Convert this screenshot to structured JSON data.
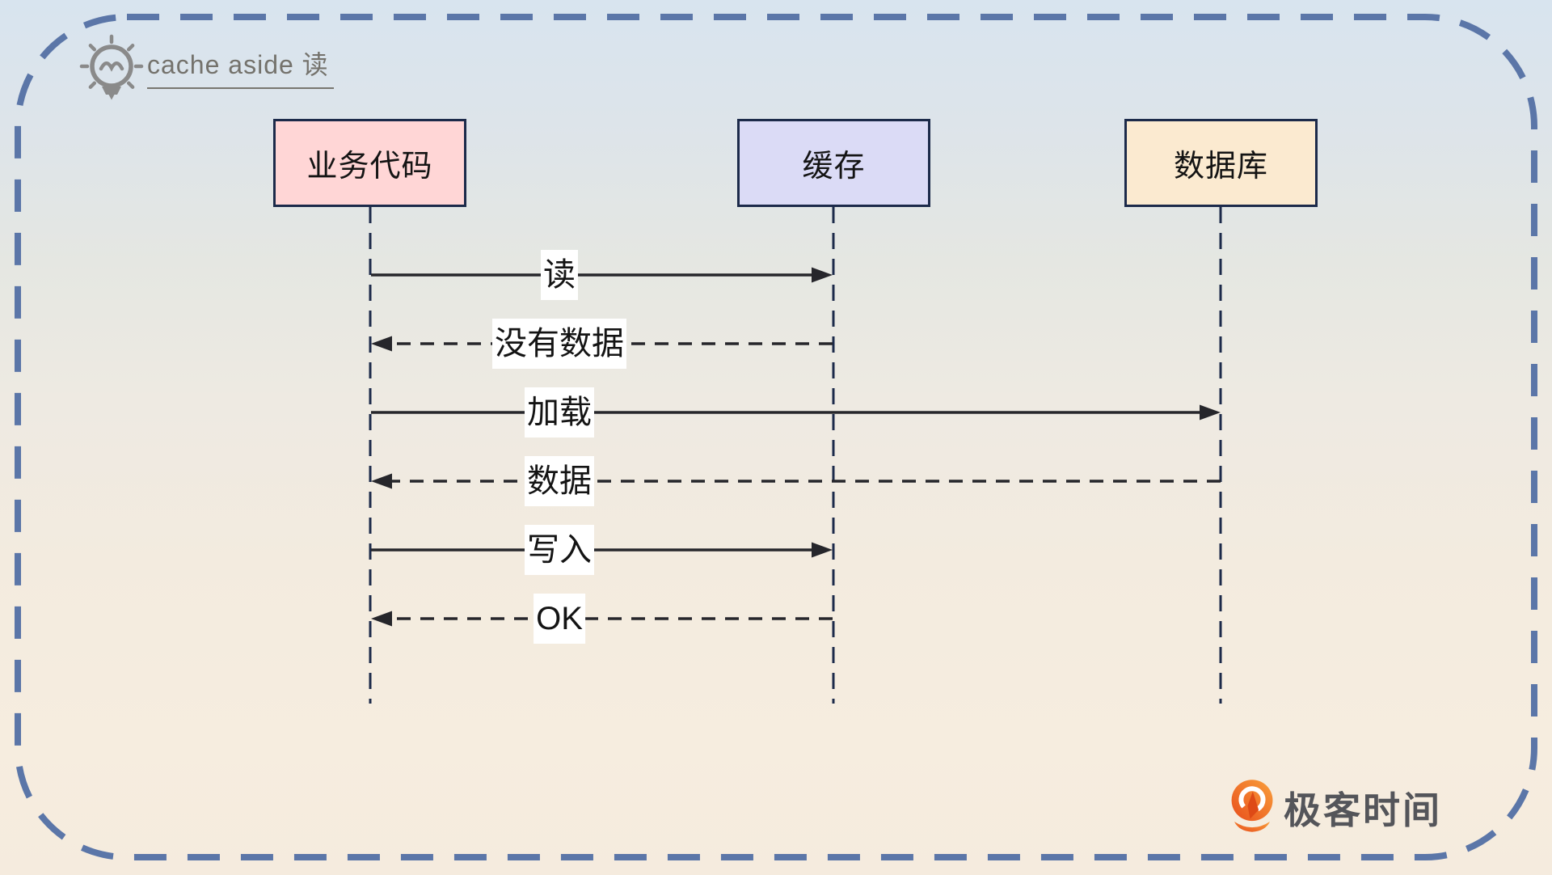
{
  "diagram": {
    "title": "cache aside 读",
    "actors": [
      {
        "id": "business",
        "label": "业务代码",
        "fill": "#ffd6d6"
      },
      {
        "id": "cache",
        "label": "缓存",
        "fill": "#dbdbf6"
      },
      {
        "id": "database",
        "label": "数据库",
        "fill": "#fbead0"
      }
    ],
    "messages": [
      {
        "label": "读",
        "from": "业务代码",
        "to": "缓存",
        "line": "solid"
      },
      {
        "label": "没有数据",
        "from": "缓存",
        "to": "业务代码",
        "line": "dashed"
      },
      {
        "label": "加载",
        "from": "业务代码",
        "to": "数据库",
        "line": "solid"
      },
      {
        "label": "数据",
        "from": "数据库",
        "to": "业务代码",
        "line": "dashed"
      },
      {
        "label": "写入",
        "from": "业务代码",
        "to": "缓存",
        "line": "solid"
      },
      {
        "label": "OK",
        "from": "缓存",
        "to": "业务代码",
        "line": "dashed"
      }
    ]
  },
  "watermark": {
    "brand": "极客时间"
  },
  "icons": {
    "title_icon": "lightbulb",
    "watermark_icon": "geektime-logo"
  },
  "colors": {
    "frame_border": "#5b76a8",
    "actor_border": "#1c2a4a",
    "lifeline": "#1c2a4a",
    "arrow": "#26262b",
    "actor_business_fill": "#ffd6d6",
    "actor_cache_fill": "#dbdbf6",
    "actor_database_fill": "#fbead0",
    "label_background": "#ffffff",
    "title_text": "#74726c",
    "brand_text": "#54555a",
    "brand_orange": "#f2691f",
    "background_top": "#d8e4ef",
    "background_bottom": "#f5ebde"
  }
}
